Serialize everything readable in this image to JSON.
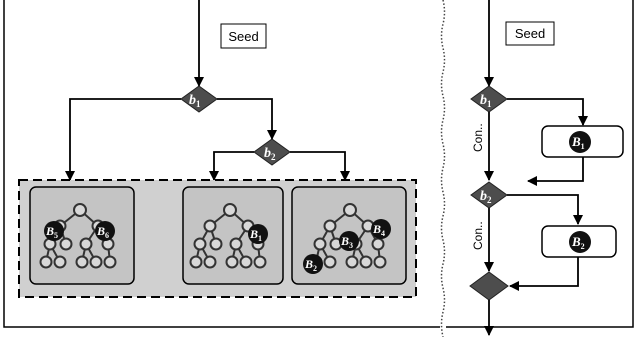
{
  "left_panel": {
    "seed_label": "Seed",
    "decisions": [
      {
        "base": "b",
        "sub": "1"
      },
      {
        "base": "b",
        "sub": "2"
      }
    ],
    "groups": [
      {
        "blocks": [
          {
            "base": "B",
            "sub": "5"
          },
          {
            "base": "B",
            "sub": "6"
          }
        ]
      },
      {
        "blocks": [
          {
            "base": "B",
            "sub": "1"
          }
        ]
      },
      {
        "blocks": [
          {
            "base": "B",
            "sub": "3"
          },
          {
            "base": "B",
            "sub": "4"
          },
          {
            "base": "B",
            "sub": "2"
          }
        ]
      }
    ]
  },
  "right_panel": {
    "seed_label": "Seed",
    "decisions": [
      {
        "base": "b",
        "sub": "1"
      },
      {
        "base": "b",
        "sub": "2"
      }
    ],
    "continue_labels": [
      "Con..",
      "Con.."
    ],
    "blocks": [
      {
        "base": "B",
        "sub": "1"
      },
      {
        "base": "B",
        "sub": "2"
      }
    ]
  },
  "colors": {
    "diamond": "#4d4d4d",
    "group_fill": "#d0d0d0",
    "tree_card_fill": "#c4c4c4",
    "badge": "#111111"
  }
}
